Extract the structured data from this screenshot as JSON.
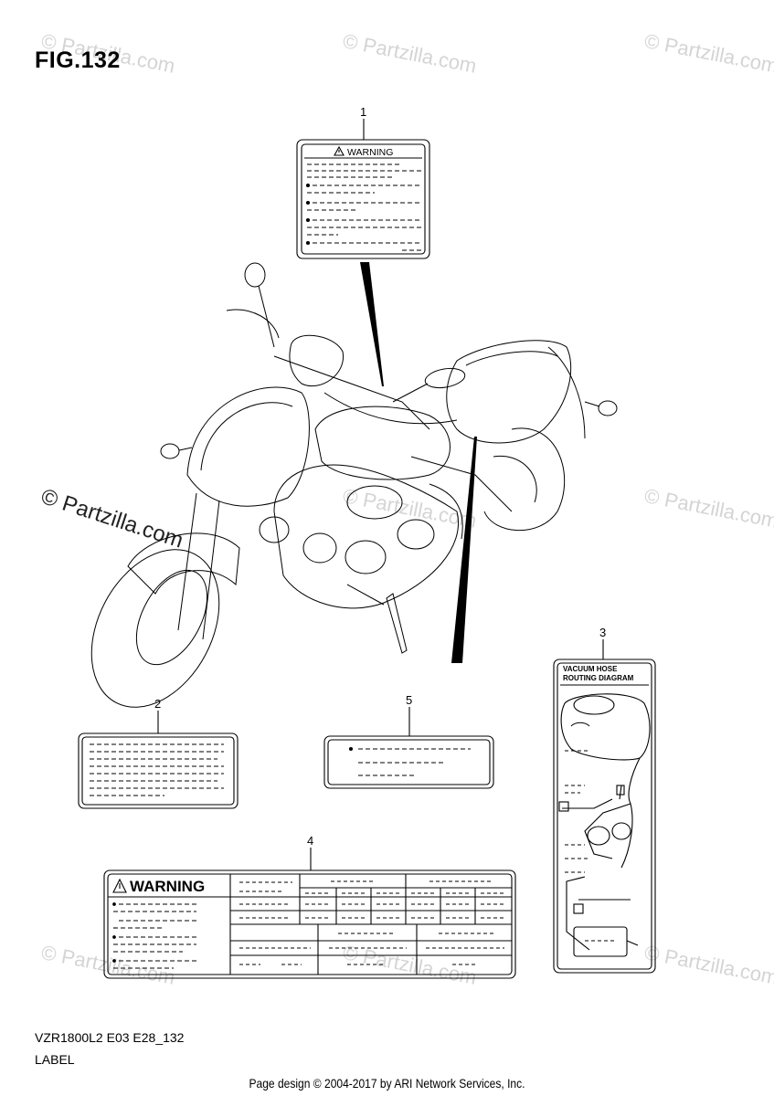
{
  "figure": {
    "title": "FIG.132"
  },
  "callouts": [
    "1",
    "2",
    "3",
    "4",
    "5"
  ],
  "labels": {
    "label1": {
      "heading": "WARNING"
    },
    "label3": {
      "heading_line1": "VACUUM HOSE",
      "heading_line2": "ROUTING DIAGRAM"
    },
    "label4": {
      "heading": "WARNING"
    }
  },
  "watermark": {
    "text": "© Partzilla.com"
  },
  "footer": {
    "model_code": "VZR1800L2 E03 E28_132",
    "section_name": "LABEL",
    "page_credit": "Page design © 2004-2017 by ARI Network Services, Inc."
  },
  "icons": {
    "warning": "warning-triangle-icon"
  }
}
